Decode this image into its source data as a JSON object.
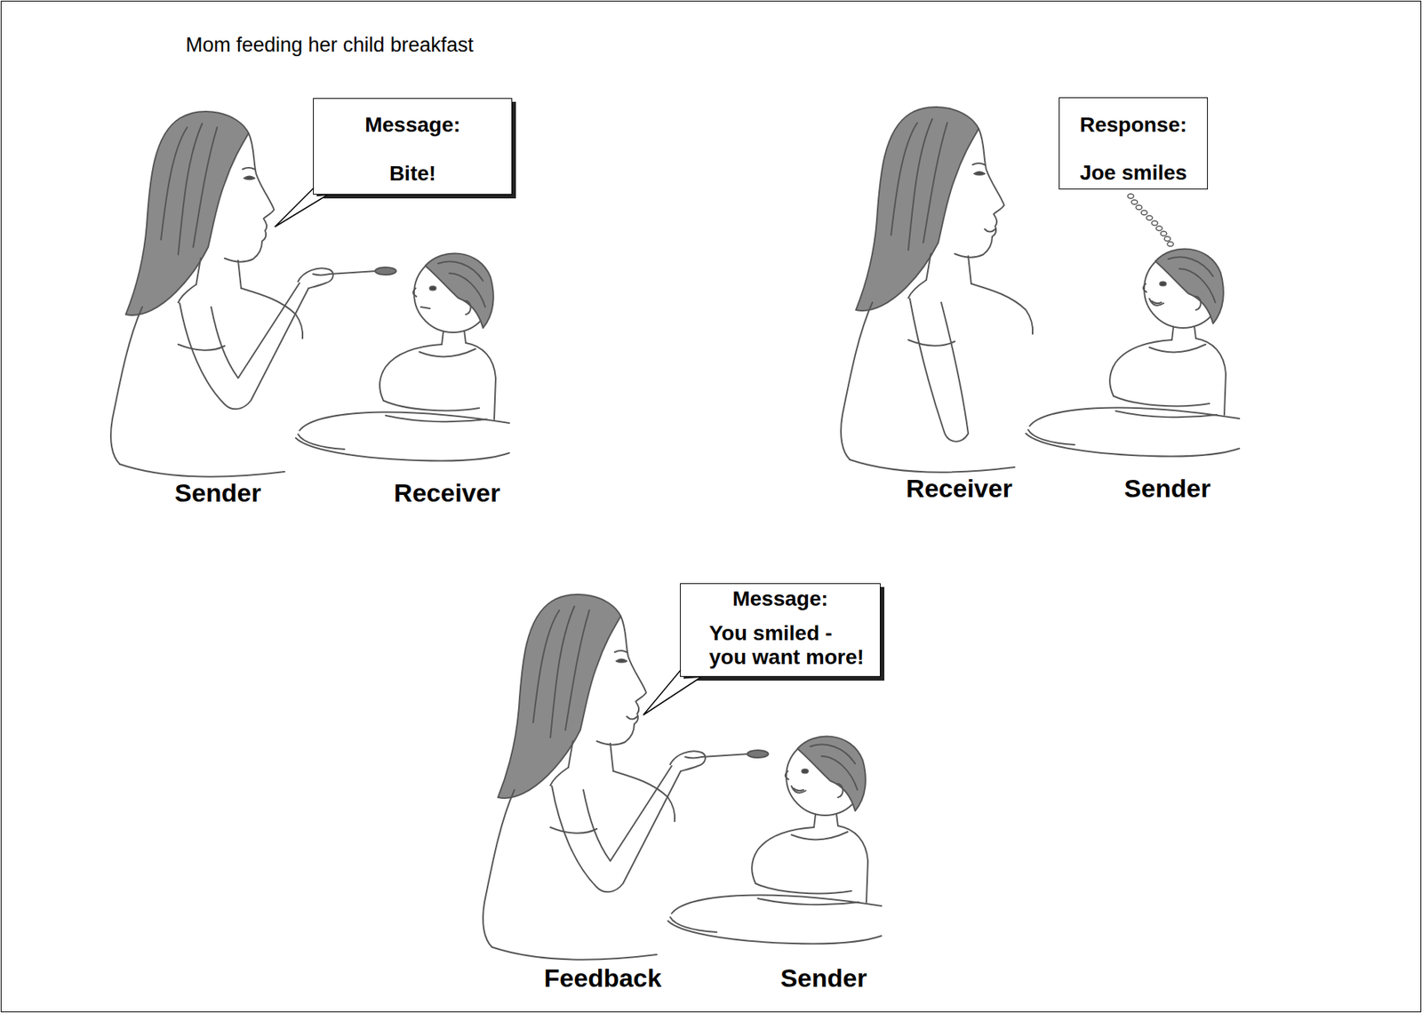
{
  "diagram": {
    "title": "Mom feeding her child breakfast",
    "nodes": [
      {
        "text": [
          "Message:",
          "Bite!"
        ]
      },
      {
        "text": [
          "Response:",
          "Joe smiles"
        ]
      },
      {
        "text": [
          "Message:",
          "You smiled - you want more!"
        ]
      }
    ],
    "labels": [
      "Sender",
      "Receiver",
      "Receiver",
      "Sender",
      "Feedback",
      "Sender"
    ]
  }
}
